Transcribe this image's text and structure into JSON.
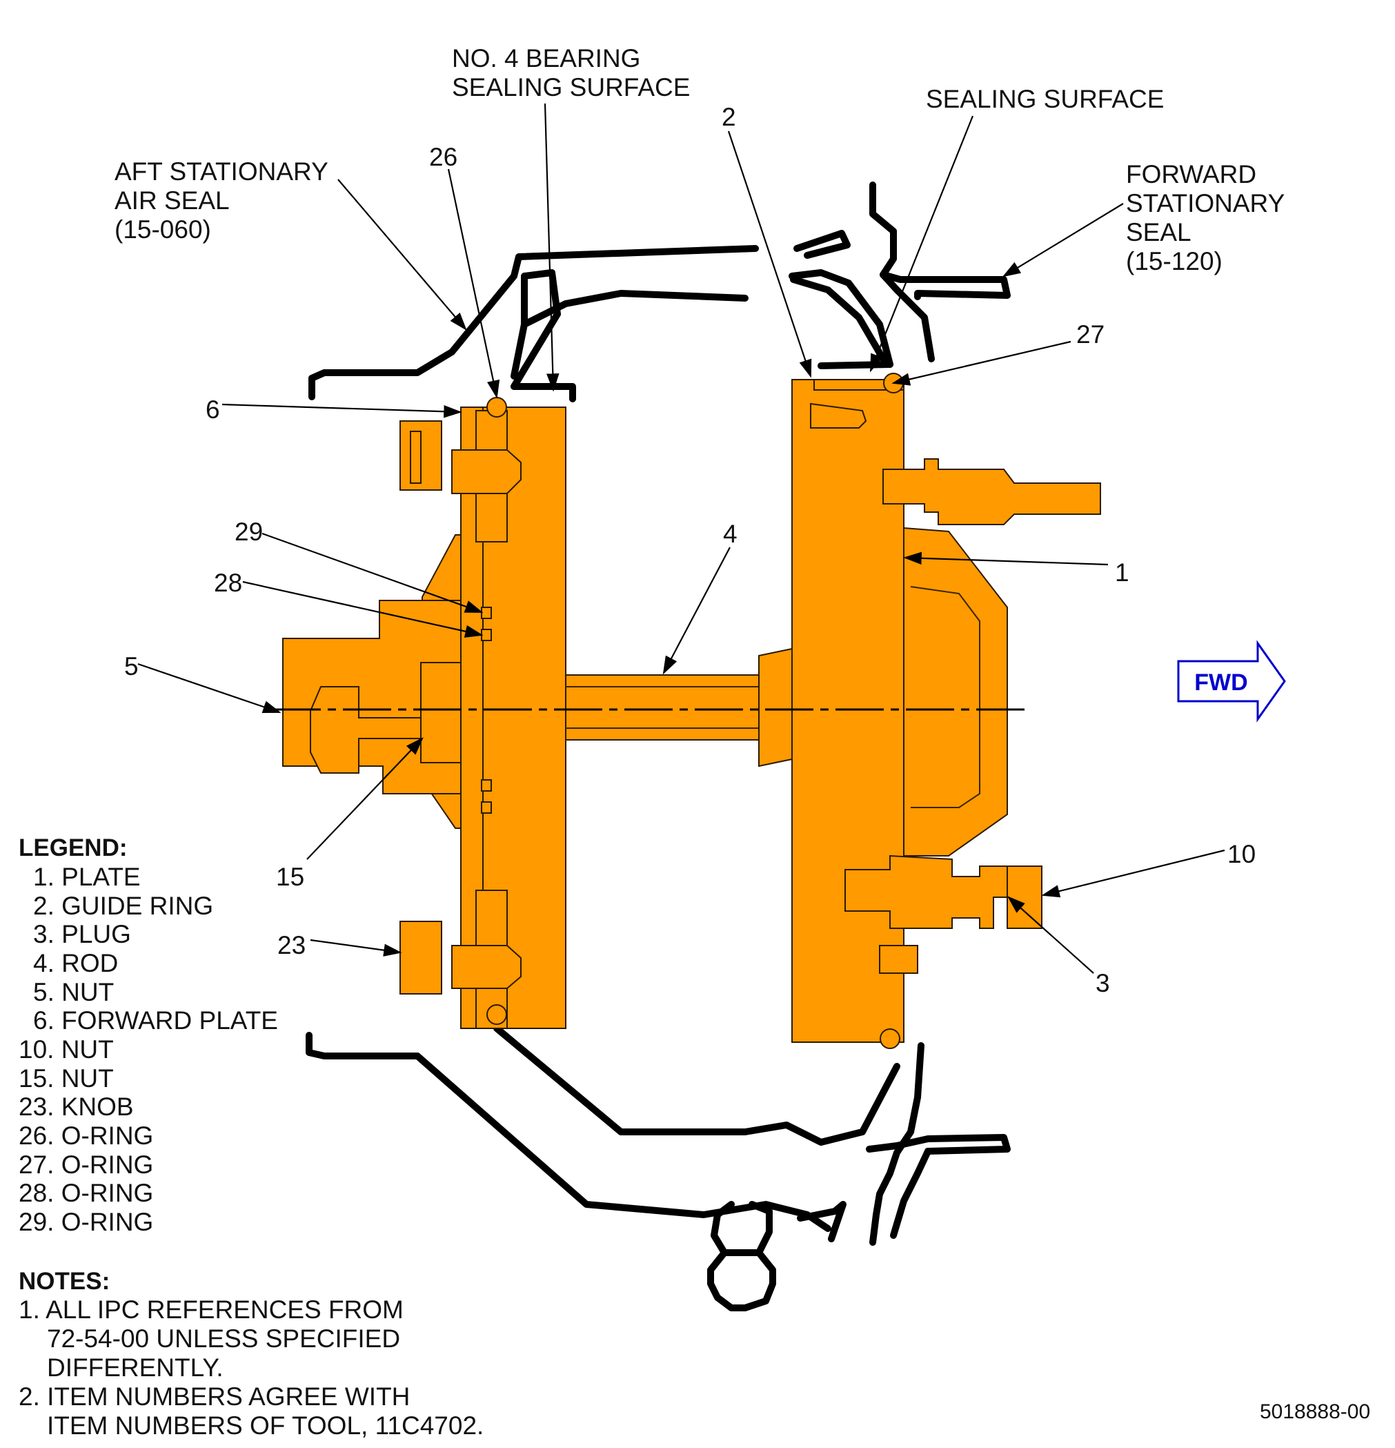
{
  "callouts": {
    "bearing_sealing_surface": [
      "NO. 4 BEARING",
      "SEALING SURFACE"
    ],
    "sealing_surface": "SEALING SURFACE",
    "aft_stationary_air_seal": [
      "AFT STATIONARY",
      "AIR SEAL",
      "(15-060)"
    ],
    "forward_stationary_seal": [
      "FORWARD",
      "STATIONARY",
      "SEAL",
      "(15-120)"
    ],
    "item_numbers": {
      "n1": "1",
      "n2": "2",
      "n3": "3",
      "n4": "4",
      "n5": "5",
      "n6": "6",
      "n10": "10",
      "n15": "15",
      "n23": "23",
      "n26": "26",
      "n27": "27",
      "n28": "28",
      "n29": "29"
    }
  },
  "fwd_arrow_label": "FWD",
  "legend": {
    "title": "LEGEND:",
    "items": [
      "1. PLATE",
      "2. GUIDE RING",
      "3. PLUG",
      "4. ROD",
      "5. NUT",
      "6. FORWARD PLATE",
      "10. NUT",
      "15. NUT",
      "23. KNOB",
      "26. O-RING",
      "27. O-RING",
      "28. O-RING",
      "29. O-RING"
    ]
  },
  "notes": {
    "title": "NOTES:",
    "lines": [
      "1. ALL IPC REFERENCES FROM",
      "72-54-00 UNLESS SPECIFIED",
      "DIFFERENTLY.",
      "2. ITEM NUMBERS AGREE WITH",
      "ITEM NUMBERS OF TOOL, 11C4702."
    ]
  },
  "figure_id": "5018888-00",
  "colors": {
    "part_fill": "#ff9a00",
    "seal_stroke": "#000000",
    "fwd_arrow": "#0000cc"
  }
}
